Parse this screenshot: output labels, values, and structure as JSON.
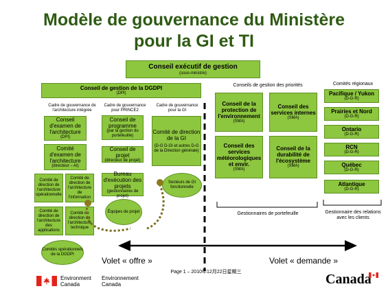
{
  "title_line1": "Modèle de gouvernance du Ministère",
  "title_line2": "pour la GI et TI",
  "executive": {
    "main": "Conseil exécutif de gestion",
    "sub": "(sous-ministre)"
  },
  "dgdpi": {
    "main": "Conseil de gestion de la DGDPI",
    "sub": "(DPI)"
  },
  "col_headers": {
    "arch": "Cadre de gouvernance de l'architecture intégrée",
    "prince": "Cadre de gouvernance pour PRINCE2",
    "gi": "Cadre de gouvernance pour la GI"
  },
  "left_boxes": {
    "exam_dpi": {
      "main": "Conseil d'examen de l'architecture",
      "sub": "(DPI)"
    },
    "exam_dir": {
      "main": "Comité d'examen de l'architecture",
      "sub": "(directeur – AI)"
    },
    "prog": {
      "main": "Conseil de programme",
      "sub": "(par la gestion du portefeuille)"
    },
    "proj": {
      "main": "Conseil de projet",
      "sub": "(directeur de projet)"
    },
    "bureau": {
      "main": "Bureau d'exécution des projets",
      "sub": "(gestionnaires de projet)"
    },
    "gi_comite": {
      "main": "Comité de direction de la GI",
      "sub": "(D-G D-GI et autres D-G de la Direction générale)"
    }
  },
  "small_boxes": {
    "oper": "Comité de direction de l'architecture opérationnelle",
    "info": "Comité de direction de l'architecture de l'information",
    "apps": "Comité de direction de l'architecture des applications",
    "tech": "Comité de direction de l'architecture technique"
  },
  "ellipses": {
    "equipes": "Équipes de projet",
    "secteurs": "Secteurs de GI fonctionnelle",
    "ops": "Comités opérationnels de la DGDPI"
  },
  "priorities": {
    "header": "Conseils de gestion des priorités",
    "boxes": [
      {
        "main": "Conseil de la protection de l'environnement",
        "sub": "(SMA)"
      },
      {
        "main": "Conseil des services internes",
        "sub": "(SMA)"
      },
      {
        "main": "Conseil des services météorologiques et envir.",
        "sub": "(SMA)"
      },
      {
        "main": "Conseil de la durabilité de l'écosystème",
        "sub": "(SMA)"
      }
    ],
    "footer": "Gestionnaires de portefeuille"
  },
  "regional": {
    "header": "Comités régionaux",
    "items": [
      {
        "main": "Pacifique / Yukon",
        "sub": "(D-G-R)"
      },
      {
        "main": "Prairies et Nord",
        "sub": "(D-G-R)"
      },
      {
        "main": "Ontario",
        "sub": "(D-G-R)"
      },
      {
        "main": "RCN",
        "sub": "(D-G-R)"
      },
      {
        "main": "Québec",
        "sub": "(D-G-R)"
      },
      {
        "main": "Atlantique",
        "sub": "(D-G-R)"
      }
    ],
    "footer": "Gestionnaire des relations avec les clients"
  },
  "volet_offre": "Volet « offre »",
  "volet_demande": "Volet « demande »",
  "footer": {
    "page": "Page 1 – 2010年12月22日星期三",
    "env_en_1": "Environment",
    "env_en_2": "Canada",
    "env_fr_1": "Environnement",
    "env_fr_2": "Canada",
    "wordmark": "Canada"
  },
  "colors": {
    "box": "#8dc63f",
    "title": "#2e5a12",
    "flag": "#e2231a"
  }
}
